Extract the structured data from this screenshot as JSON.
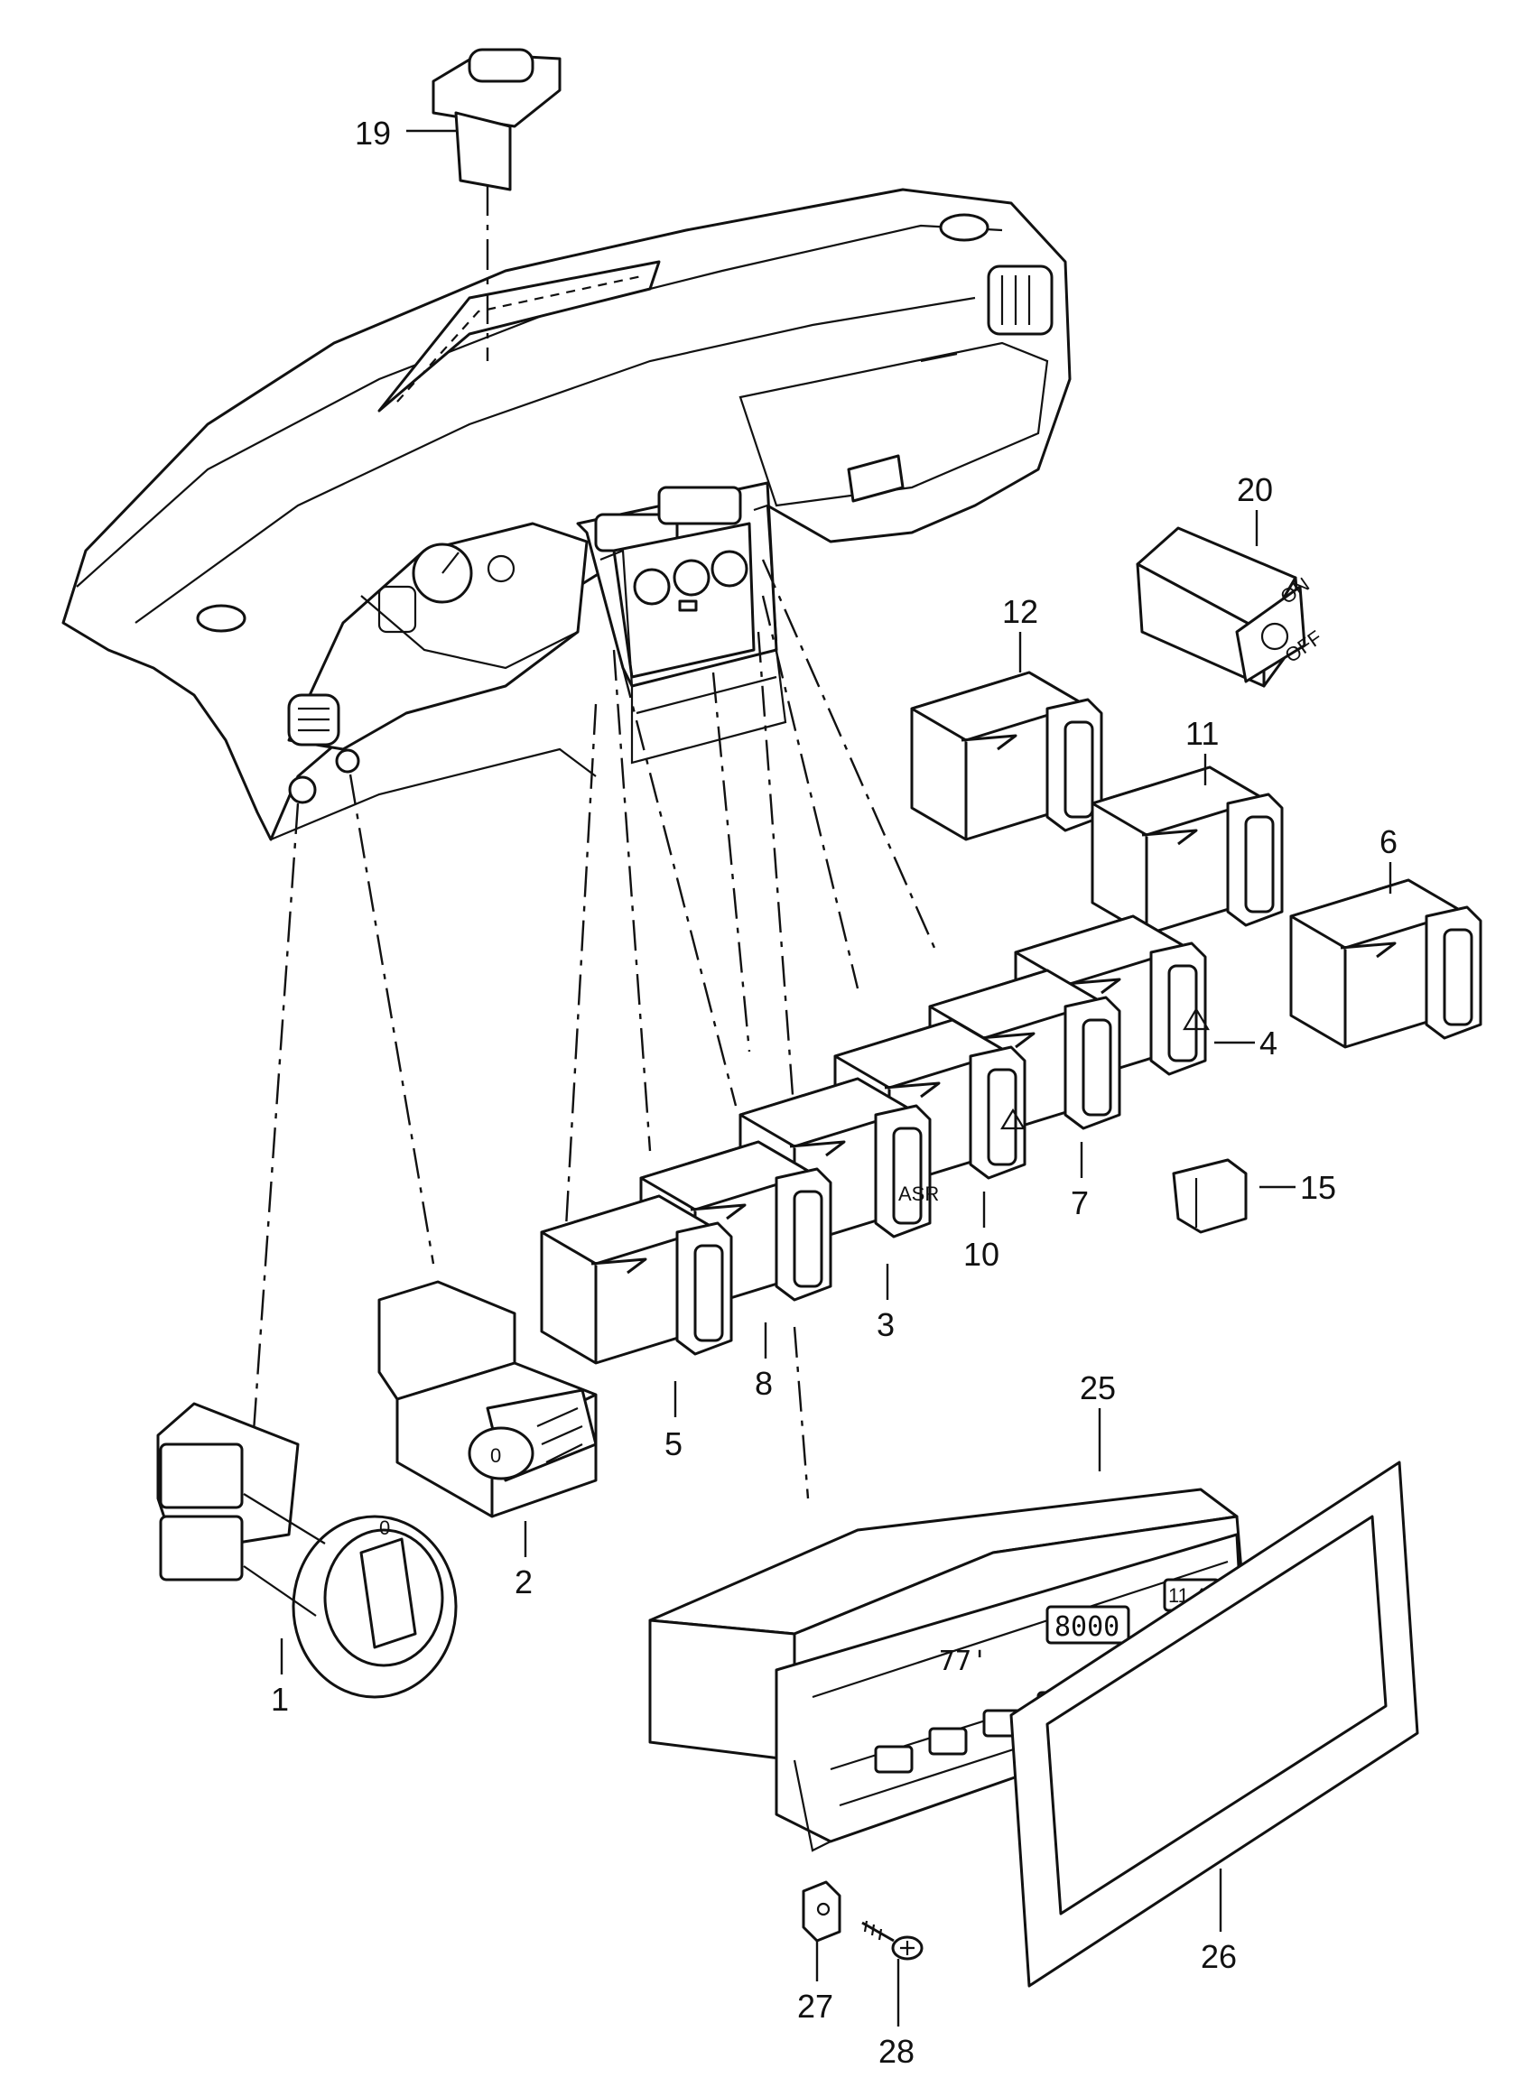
{
  "callouts": [
    {
      "id": "1",
      "label": "1"
    },
    {
      "id": "2",
      "label": "2"
    },
    {
      "id": "3",
      "label": "3"
    },
    {
      "id": "4",
      "label": "4"
    },
    {
      "id": "5",
      "label": "5"
    },
    {
      "id": "6",
      "label": "6"
    },
    {
      "id": "7",
      "label": "7"
    },
    {
      "id": "8",
      "label": "8"
    },
    {
      "id": "10",
      "label": "10"
    },
    {
      "id": "11",
      "label": "11"
    },
    {
      "id": "12",
      "label": "12"
    },
    {
      "id": "15",
      "label": "15"
    },
    {
      "id": "19",
      "label": "19"
    },
    {
      "id": "20",
      "label": "20"
    },
    {
      "id": "25",
      "label": "25"
    },
    {
      "id": "26",
      "label": "26"
    },
    {
      "id": "27",
      "label": "27"
    },
    {
      "id": "28",
      "label": "28"
    }
  ],
  "switch_markings": {
    "asr": "ASR",
    "switch_20_on": "ON",
    "switch_20_off": "OFF",
    "headlight_knob": "0",
    "range_dial": "0"
  },
  "climate_display": {
    "digits": "8000",
    "segment": "77'",
    "button": "11 41"
  }
}
